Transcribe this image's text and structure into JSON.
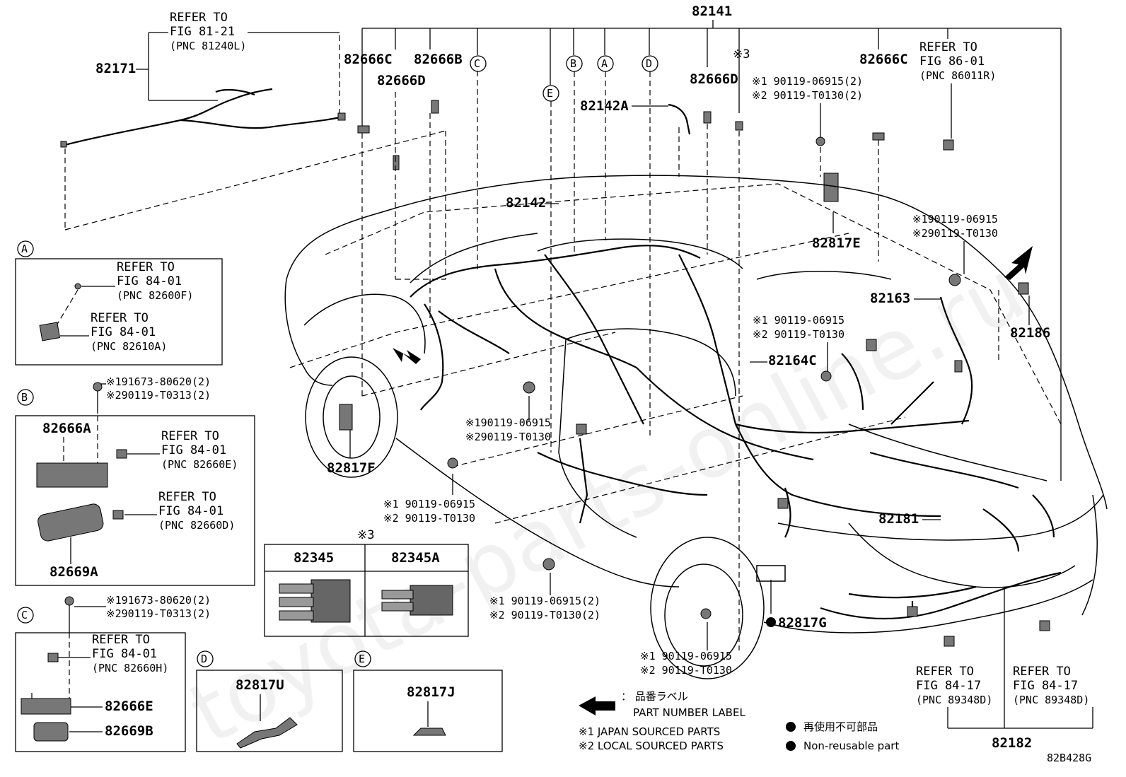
{
  "diagram_code": "82B428G",
  "watermark": "toyota-parts-online.ru",
  "top_label": "82141",
  "callouts": {
    "c82171": "82171",
    "c82666C_left": "82666C",
    "c82666B": "82666B",
    "c82666D_left": "82666D",
    "c82142A": "82142A",
    "c82666D_right": "82666D",
    "c82666C_right": "82666C",
    "c82142": "82142",
    "c82817E": "82817E",
    "c82163": "82163",
    "c82186": "82186",
    "c82164C": "82164C",
    "c82817F": "82817F",
    "c82181": "82181",
    "c82817G": "82817G",
    "c82182": "82182",
    "note3": "※3"
  },
  "refer": {
    "r1": [
      "REFER TO",
      "FIG 81-21",
      "(PNC 81240L)"
    ],
    "r2": [
      "REFER TO",
      "FIG 86-01",
      "(PNC 86011R)"
    ],
    "r3": [
      "REFER TO",
      "FIG 84-17",
      "(PNC 89348D)"
    ],
    "r4": [
      "REFER TO",
      "FIG 84-17",
      "(PNC 89348D)"
    ]
  },
  "bolts": {
    "b1": [
      "※1 90119-06915(2)",
      "※2 90119-T0130(2)"
    ],
    "b2": [
      "※190119-06915",
      "※290119-T0130"
    ],
    "b3": [
      "※1 90119-06915",
      "※2 90119-T0130"
    ],
    "b4": [
      "※190119-06915",
      "※290119-T0130"
    ],
    "b5": [
      "※1 90119-06915",
      "※2 90119-T0130"
    ],
    "b6": [
      "※1 90119-06915(2)",
      "※2 90119-T0130(2)"
    ],
    "b7": [
      "※1 90119-06915",
      "※2 90119-T0130"
    ]
  },
  "circle_letters": [
    "A",
    "B",
    "C",
    "D",
    "E"
  ],
  "inset_A": {
    "letter": "A",
    "refer1": [
      "REFER TO",
      "FIG 84-01",
      "(PNC 82600F)"
    ],
    "refer2": [
      "REFER TO",
      "FIG 84-01",
      "(PNC 82610A)"
    ]
  },
  "inset_B": {
    "letter": "B",
    "bolt": [
      "※191673-80620(2)",
      "※290119-T0313(2)"
    ],
    "part1": "82666A",
    "part2": "82669A",
    "refer1": [
      "REFER TO",
      "FIG 84-01",
      "(PNC 82660E)"
    ],
    "refer2": [
      "REFER TO",
      "FIG 84-01",
      "(PNC 82660D)"
    ]
  },
  "inset_C": {
    "letter": "C",
    "bolt": [
      "※191673-80620(2)",
      "※290119-T0313(2)"
    ],
    "part1": "82666E",
    "part2": "82669B",
    "refer1": [
      "REFER TO",
      "FIG 84-01",
      "(PNC 82660H)"
    ]
  },
  "inset_D": {
    "letter": "D",
    "part": "82817U"
  },
  "inset_E": {
    "letter": "E",
    "part": "82817J"
  },
  "fuse_table": {
    "note": "※3",
    "col1": "82345",
    "col2": "82345A"
  },
  "legend": {
    "label_jp": "： 品番ラベル",
    "label_en": "PART NUMBER LABEL",
    "japan": "※1 JAPAN SOURCED PARTS",
    "local": "※2 LOCAL SOURCED PARTS",
    "nonreuse_jp": "再使用不可部品",
    "nonreuse_en": "Non-reusable part"
  }
}
